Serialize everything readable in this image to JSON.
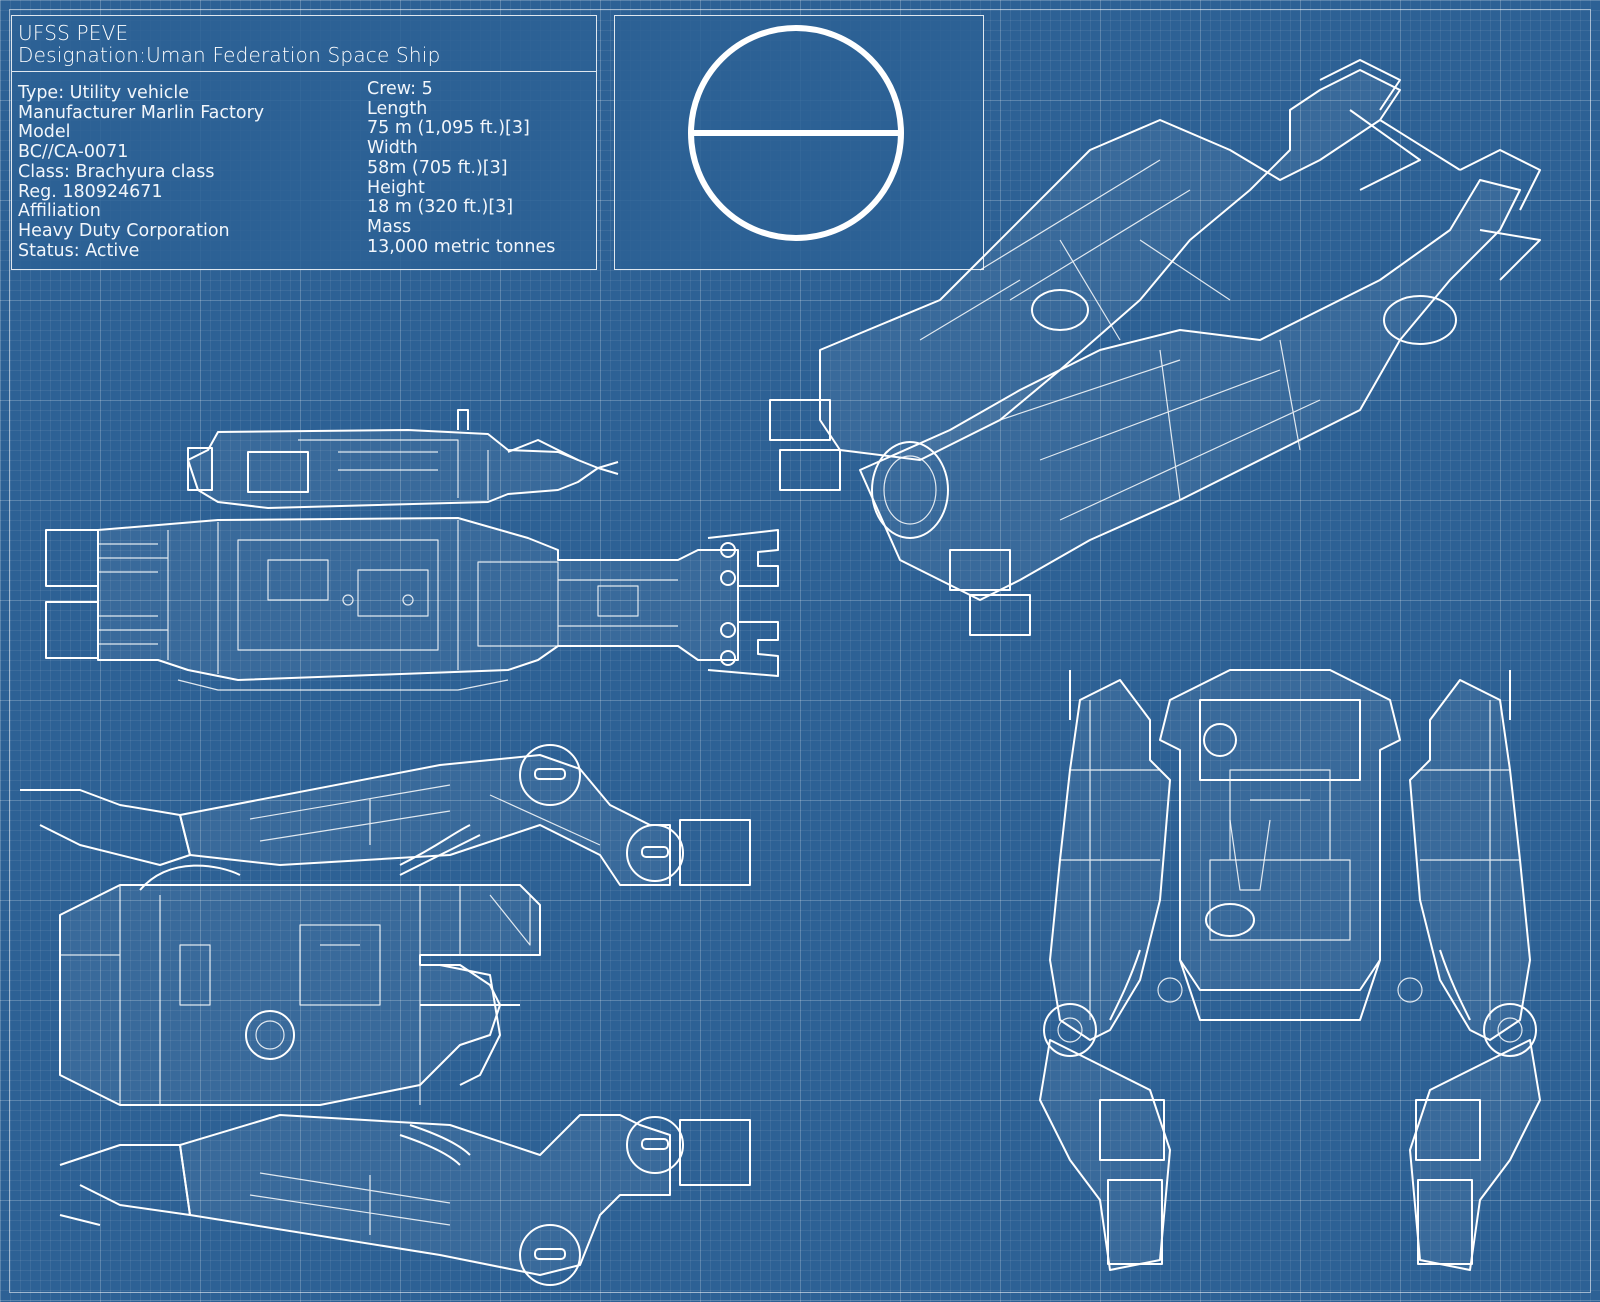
{
  "header": {
    "ship_name": "UFSS PEVE",
    "designation": "Designation:Uman Federation Space Ship"
  },
  "specs_left": [
    "Type: Utility vehicle",
    "Manufacturer Marlin Factory",
    "Model",
    "BC//CA-0071",
    "Class: Brachyura class",
    "Reg. 180924671",
    "Affiliation",
    "Heavy Duty Corporation",
    "Status: Active"
  ],
  "specs_right": [
    "Crew: 5",
    "Length",
    "75 m (1,095 ft.)[3]",
    "Width",
    "58m (705 ft.)[3]",
    "Height",
    "18 m (320 ft.)[3]",
    "Mass",
    "13,000 metric tonnes"
  ],
  "colors": {
    "background": "#2d6195",
    "line": "#ffffff"
  },
  "emblem": {
    "icon": "circle-bar-emblem-icon"
  },
  "drawings": [
    {
      "view": "side",
      "icon": "ship-side-view-icon"
    },
    {
      "view": "top",
      "icon": "ship-top-view-icon"
    },
    {
      "view": "isometric",
      "icon": "ship-isometric-view-icon"
    },
    {
      "view": "front",
      "icon": "ship-front-view-icon"
    }
  ]
}
